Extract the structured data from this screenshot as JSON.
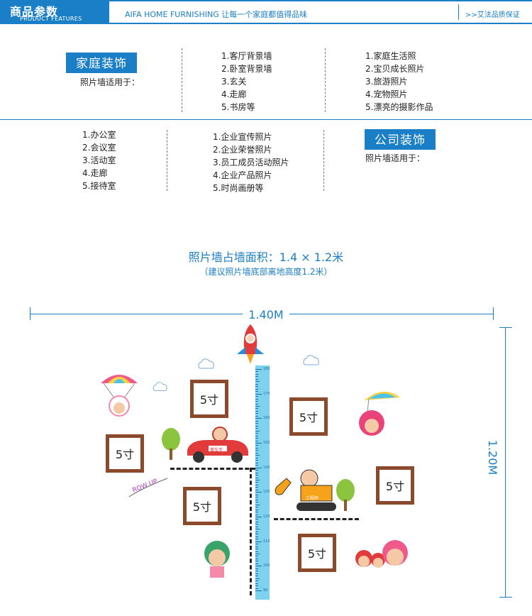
{
  "header": {
    "badge_cn": "商品参数",
    "badge_en": "PRODUCT FEATURES",
    "slogan": "AIFA HOME FURNISHING  让每一个家庭都值得品味",
    "quality": ">>艾法品质保证"
  },
  "home": {
    "tag": "家庭装饰",
    "subtitle": "照片墙适用于：",
    "list1": [
      "1.客厅背景墙",
      "2.卧室背景墙",
      "3.玄关",
      "4.走廊",
      "5.书房等"
    ],
    "list2": [
      "1.家庭生活照",
      "2.宝贝成长照片",
      "3.旅游照片",
      "4.宠物照片",
      "5.漂亮的摄影作品"
    ]
  },
  "company": {
    "tag": "公司装饰",
    "subtitle": "照片墙适用于：",
    "list1": [
      "1.办公室",
      "2.会议室",
      "3.活动室",
      "4.走廊",
      "5.接待室"
    ],
    "list2": [
      "1.企业宣传照片",
      "2.企业荣誉照片",
      "3.员工成员活动照片",
      "4.企业产品照片",
      "5.时尚画册等"
    ]
  },
  "area": {
    "title": "照片墙占墙面积：1.4 × 1.2米",
    "note": "（建议照片墙底部离地高度1.2米）"
  },
  "dimensions": {
    "width": "1.40M",
    "height": "1.20M"
  },
  "frames": [
    "5寸",
    "5寸",
    "5寸",
    "5寸",
    "5寸",
    "5寸"
  ],
  "ruler": {
    "marks": [
      "180",
      "170",
      "160",
      "150",
      "140",
      "130",
      "120",
      "110",
      "100",
      "90"
    ]
  },
  "stickers": {
    "car_plate": "赛车手",
    "digger_plate": "工程师",
    "banner": "ROW UP"
  },
  "colors": {
    "brand_blue": "#1a7fc6",
    "frame_brown": "#8b4a2b",
    "ruler_blue": "#7fd1f0"
  }
}
